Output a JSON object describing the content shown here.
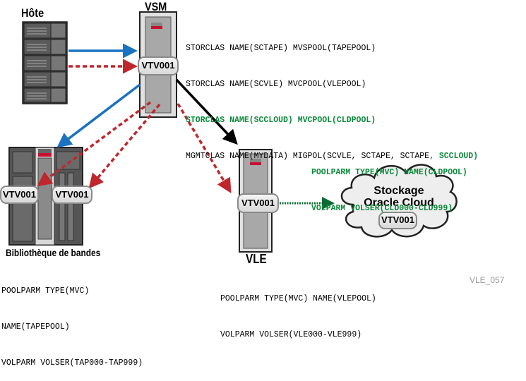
{
  "diagram": {
    "host": {
      "label": "Hôte"
    },
    "vsm": {
      "label": "VSM",
      "vtv": "VTV001"
    },
    "library": {
      "label": "Bibliothèque de bandes",
      "vtv_left": "VTV001",
      "vtv_right": "VTV001"
    },
    "vle": {
      "label": "VLE",
      "vtv": "VTV001"
    },
    "cloud": {
      "line1": "Stockage",
      "line2": "Oracle Cloud",
      "vtv": "VTV001"
    },
    "vsm_config": {
      "line1": "STORCLAS NAME(SCTAPE) MVSPOOL(TAPEPOOL)",
      "line2": "STORCLAS NAME(SCVLE) MVCPOOL(VLEPOOL)",
      "line3": "STORCLAS NAME(SCCLOUD) MVCPOOL(CLDPOOL)",
      "line4_black": "MGMTCLAS NAME(MYDATA) MIGPOL(SCVLE, SCTAPE, SCTAPE",
      "line4_green": ", SCCLOUD)"
    },
    "cloud_config": {
      "line1": "POOLPARM TYPE(MVC) NAME(CLDPOOL)",
      "line2": "VOLPARM VOLSER(CLD000-CLD999)"
    },
    "library_config": {
      "line1": "POOLPARM TYPE(MVC)",
      "line2": "NAME(TAPEPOOL)",
      "line3": "VOLPARM VOLSER(TAP000-TAP999)"
    },
    "vle_config": {
      "line1": "POOLPARM TYPE(MVC) NAME(VLEPOOL)",
      "line2": "VOLPARM VOLSER(VLE000-VLE999)"
    },
    "figure_id": "VLE_057",
    "colors": {
      "blue_arrow": "#1a73c0",
      "red_dashed_arrow": "#c0272d",
      "black_arrow": "#000000",
      "green_dotted_arrow": "#0a6b32",
      "green_text": "#0a8a3a"
    }
  }
}
